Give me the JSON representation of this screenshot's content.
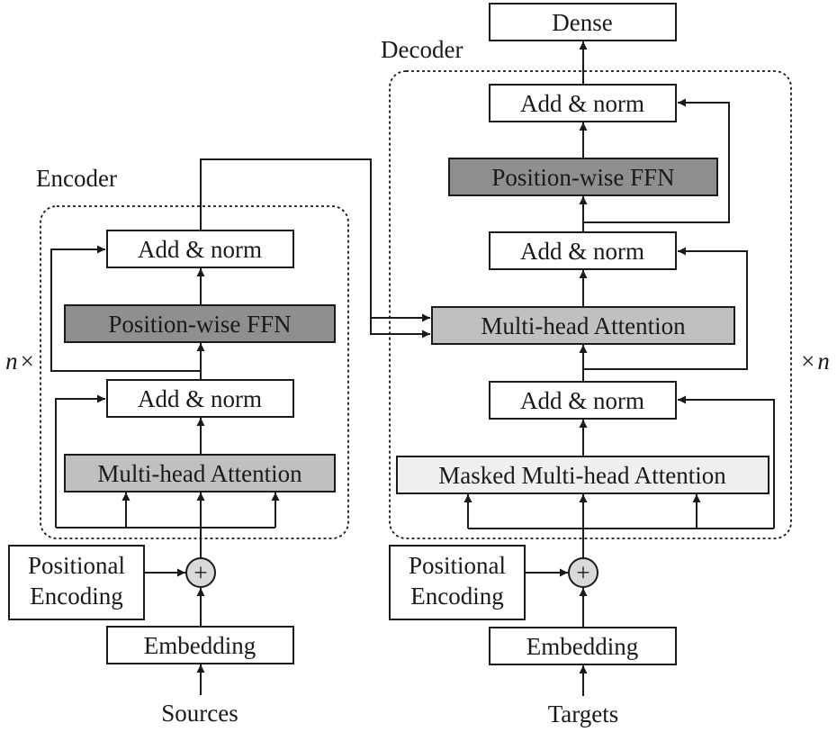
{
  "labels": {
    "encoder": "Encoder",
    "decoder": "Decoder",
    "repeat_left": "n",
    "times_left": "×",
    "repeat_right": "n",
    "times_right": "×",
    "sources": "Sources",
    "targets": "Targets",
    "plus": "+"
  },
  "encoder_blocks": {
    "add_norm_top": "Add & norm",
    "ffn": "Position-wise FFN",
    "add_norm_bottom": "Add & norm",
    "attention": "Multi-head Attention",
    "pos_enc_line1": "Positional",
    "pos_enc_line2": "Encoding",
    "embedding": "Embedding"
  },
  "decoder_blocks": {
    "dense": "Dense",
    "add_norm_top": "Add & norm",
    "ffn": "Position-wise FFN",
    "add_norm_mid": "Add & norm",
    "cross_attention": "Multi-head Attention",
    "add_norm_bottom": "Add & norm",
    "masked_attention": "Masked Multi-head Attention",
    "pos_enc_line1": "Positional",
    "pos_enc_line2": "Encoding",
    "embedding": "Embedding"
  },
  "colors": {
    "ffn_fill": "#8f8f8f",
    "attention_fill": "#c0c0c0",
    "masked_attention_fill": "#efefef",
    "plain_fill": "#ffffff",
    "plus_fill": "#d9d9d9"
  }
}
